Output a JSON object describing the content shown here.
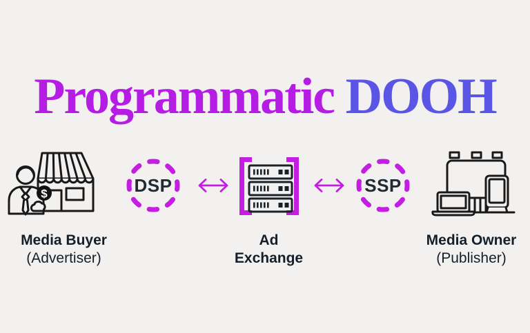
{
  "page": {
    "type": "infographic-diagram",
    "background_color": "#f2f1ef"
  },
  "title": {
    "text": "Programmatic DOOH",
    "part1": "Programmatic ",
    "part2": "DOOH",
    "part1_color": "#b51ce4",
    "part2_color": "#5b55e6"
  },
  "diagram": {
    "accent_color": "#c41fe0",
    "icon_stroke_color": "#191919",
    "label_color": "#151f29",
    "nodes": [
      {
        "id": "media-buyer",
        "label": "Media Buyer",
        "sublabel": "(Advertiser)",
        "icon": "advertiser-storefront-icon",
        "badge": "$"
      },
      {
        "id": "dsp",
        "label": "DSP",
        "shape": "dashed-circle"
      },
      {
        "id": "ad-exchange",
        "label_line1": "Ad",
        "label_line2": "Exchange",
        "icon": "server-stack-in-brackets-icon"
      },
      {
        "id": "ssp",
        "label": "SSP",
        "shape": "dashed-circle"
      },
      {
        "id": "media-owner",
        "label": "Media Owner",
        "sublabel": "(Publisher)",
        "icon": "billboard-screens-icon"
      }
    ],
    "connectors": [
      {
        "from": "dsp",
        "to": "ad-exchange",
        "type": "double-arrow"
      },
      {
        "from": "ad-exchange",
        "to": "ssp",
        "type": "double-arrow"
      }
    ]
  }
}
